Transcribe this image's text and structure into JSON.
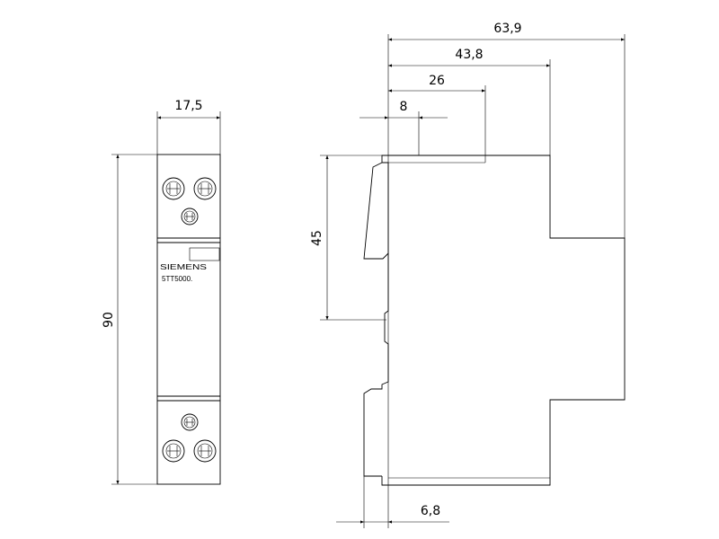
{
  "front_view": {
    "width_dim": "17,5",
    "height_dim": "90",
    "brand": "SIEMENS",
    "model": "5TT5000."
  },
  "side_view": {
    "depth_total": "63,9",
    "depth_2": "43,8",
    "depth_3": "26",
    "depth_4": "8",
    "rail_dim": "45",
    "bottom_dim": "6,8"
  }
}
